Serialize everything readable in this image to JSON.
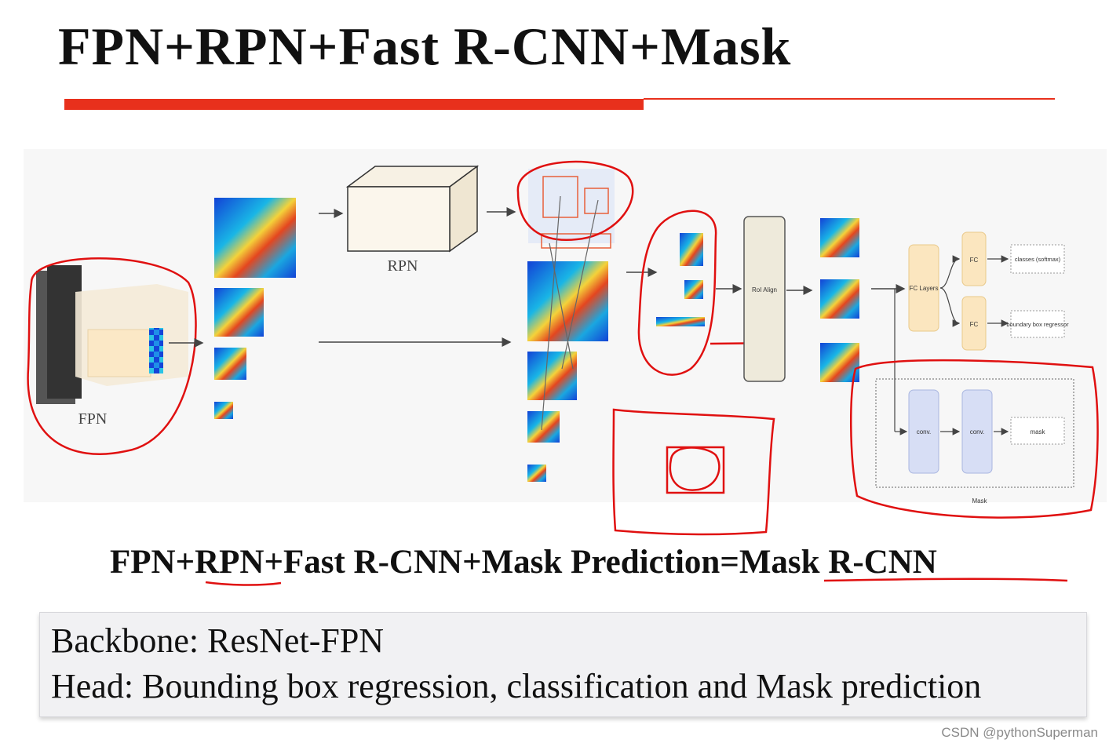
{
  "slide": {
    "title": "FPN+RPN+Fast R-CNN+Mask",
    "equation": "FPN+RPN+Fast R-CNN+Mask Prediction=Mask R-CNN",
    "summary": {
      "backbone": "Backbone: ResNet-FPN",
      "head": "Head: Bounding box regression, classification and Mask prediction"
    },
    "watermark": "CSDN @pythonSuperman"
  },
  "diagram": {
    "fpn_label": "FPN",
    "rpn_label": "RPN",
    "roi_align_label": "RoI Align",
    "fc_layers_label": "FC Layers",
    "fc_top_label": "FC",
    "fc_bottom_label": "FC",
    "classes_label": "classes (softmax)",
    "bbox_label": "boundary box regressor",
    "conv1_label": "conv.",
    "conv2_label": "conv.",
    "mask_out_label": "mask",
    "mask_group_label": "Mask"
  },
  "colors": {
    "accent_red": "#e8301c",
    "annotation_red": "#e01010",
    "heatmap_blue": "#1340d8",
    "fc_fill": "#fbe6bf",
    "conv_fill": "#d7def5"
  }
}
